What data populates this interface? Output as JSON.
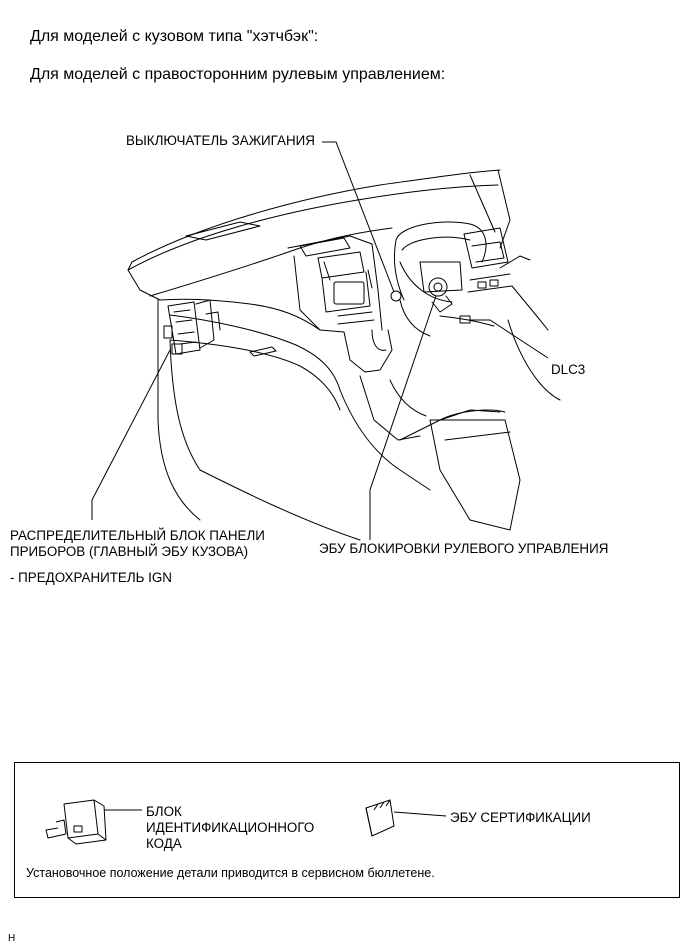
{
  "headers": {
    "line1": "Для моделей с кузовом типа \"хэтчбэк\":",
    "line2": "Для моделей с правосторонним рулевым управлением:"
  },
  "callouts": {
    "ignition_switch": "ВЫКЛЮЧАТЕЛЬ ЗАЖИГАНИЯ",
    "dlc3": "DLC3",
    "junction_block": [
      "РАСПРЕДЕЛИТЕЛЬНЫЙ БЛОК ПАНЕЛИ",
      "ПРИБОРОВ (ГЛАВНЫЙ ЭБУ КУЗОВА)"
    ],
    "fuse": "- ПРЕДОХРАНИТЕЛЬ IGN",
    "steering_lock_ecu": "ЭБУ БЛОКИРОВКИ РУЛЕВОГО УПРАВЛЕНИЯ"
  },
  "legend": {
    "id_code_box": [
      "БЛОК",
      "ИДЕНТИФИКАЦИОННОГО",
      "КОДА"
    ],
    "certification_ecu": "ЭБУ СЕРТИФИКАЦИИ",
    "note": "Установочное положение детали приводится в сервисном бюллетене."
  },
  "footer_mark": "H"
}
